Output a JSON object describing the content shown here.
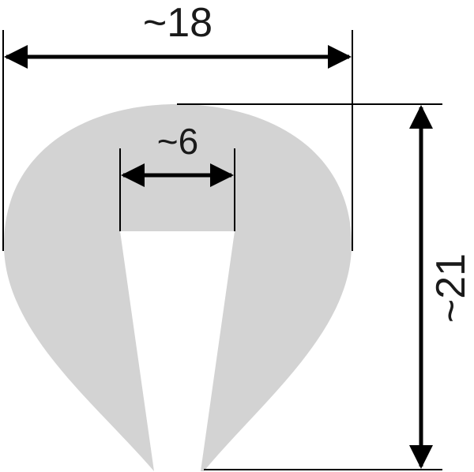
{
  "colors": {
    "profile_fill": "#d3d3d3",
    "line": "#000000",
    "text": "#1a1a1a",
    "background": "#ffffff"
  },
  "dimensions": {
    "width": {
      "label": "~18"
    },
    "gap": {
      "label": "~6"
    },
    "height": {
      "label": "~21"
    }
  }
}
